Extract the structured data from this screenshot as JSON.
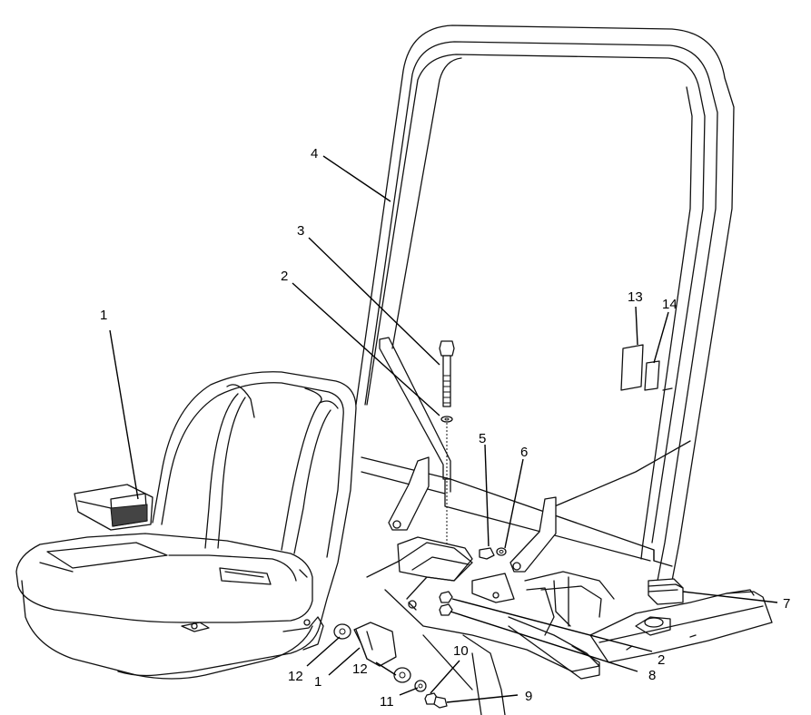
{
  "callouts": [
    {
      "id": "c1a",
      "label": "1"
    },
    {
      "id": "c1b",
      "label": "1"
    },
    {
      "id": "c2a",
      "label": "2"
    },
    {
      "id": "c2b",
      "label": "2"
    },
    {
      "id": "c3",
      "label": "3"
    },
    {
      "id": "c4",
      "label": "4"
    },
    {
      "id": "c5",
      "label": "5"
    },
    {
      "id": "c6",
      "label": "6"
    },
    {
      "id": "c7",
      "label": "7"
    },
    {
      "id": "c8",
      "label": "8"
    },
    {
      "id": "c9",
      "label": "9"
    },
    {
      "id": "c10",
      "label": "10"
    },
    {
      "id": "c11",
      "label": "11"
    },
    {
      "id": "c12a",
      "label": "12"
    },
    {
      "id": "c12b",
      "label": "12"
    },
    {
      "id": "c13",
      "label": "13"
    },
    {
      "id": "c14",
      "label": "14"
    }
  ]
}
